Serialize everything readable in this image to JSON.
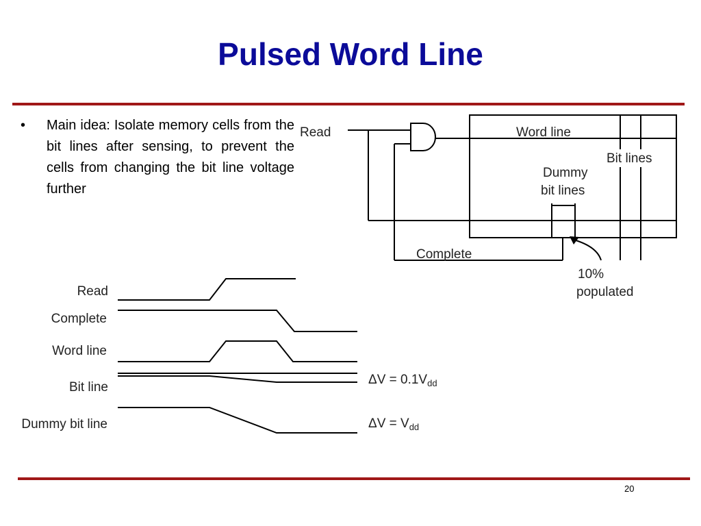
{
  "slide": {
    "title": "Pulsed Word Line",
    "bullet_marker": "•",
    "bullet_text": "Main idea: Isolate memory cells from the bit lines after sensing, to prevent the cells from changing the bit line voltage further",
    "page_number": "20"
  },
  "colors": {
    "title": "#0b0b99",
    "rule": "#a01818",
    "line": "#000000"
  },
  "schematic": {
    "read_label": "Read",
    "word_line_label": "Word line",
    "bit_lines_label": "Bit lines",
    "dummy_label_1": "Dummy",
    "dummy_label_2": "bit lines",
    "complete_label": "Complete",
    "populated_label_1": "10%",
    "populated_label_2": "populated"
  },
  "timing": {
    "read_label": "Read",
    "complete_label": "Complete",
    "word_line_label": "Word line",
    "bit_line_label": "Bit line",
    "dummy_bit_line_label": "Dummy bit line",
    "dv_label_1": "ΔV = 0.1V",
    "dv_sub_1": "dd",
    "dv_label_2": "ΔV = V",
    "dv_sub_2": "dd"
  }
}
